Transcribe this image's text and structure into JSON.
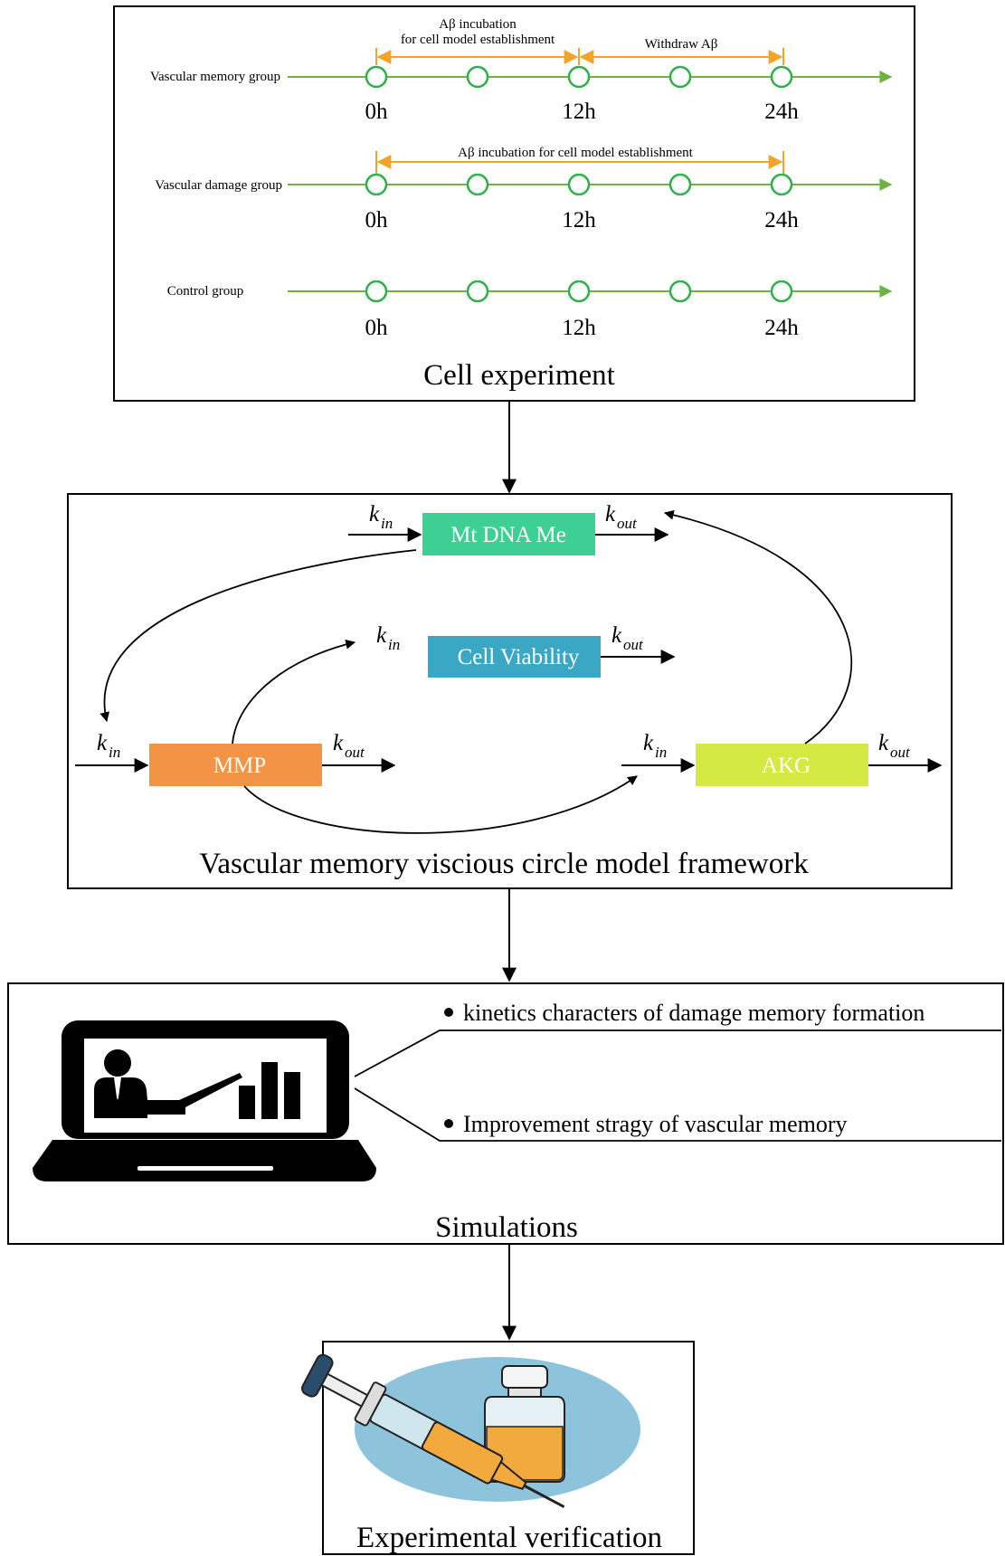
{
  "cell_experiment": {
    "caption": "Cell experiment",
    "groups": [
      {
        "name": "Vascular memory group",
        "times": [
          "0h",
          "12h",
          "24h"
        ],
        "spans": [
          {
            "line1": "Aβ incubation",
            "line2": "for cell model establishment"
          },
          {
            "line1": "Withdraw Aβ",
            "line2": ""
          }
        ]
      },
      {
        "name": "Vascular damage group",
        "times": [
          "0h",
          "12h",
          "24h"
        ],
        "spans": [
          {
            "line1": "Aβ incubation for cell model establishment",
            "line2": ""
          }
        ]
      },
      {
        "name": "Control group",
        "times": [
          "0h",
          "12h",
          "24h"
        ],
        "spans": []
      }
    ],
    "colors": {
      "timeline": "#6db33f",
      "incubation": "#f2a428"
    }
  },
  "model_framework": {
    "caption": "Vascular memory viscious circle model framework",
    "rate_symbol": "k",
    "rate_in_sub": "in",
    "rate_out_sub": "out",
    "nodes": [
      {
        "label": "Mt DNA Me",
        "color": "#3ecf95"
      },
      {
        "label": "Cell Viability",
        "color": "#3aa7c4"
      },
      {
        "label": "MMP",
        "color": "#f39346"
      },
      {
        "label": "AKG",
        "color": "#d4e942"
      }
    ]
  },
  "simulations": {
    "caption": "Simulations",
    "bullets": [
      "kinetics characters of damage memory formation",
      "Improvement stragy of vascular memory"
    ],
    "icon": "presentation-laptop-icon"
  },
  "verification": {
    "caption": "Experimental verification",
    "icon": "syringe-vial-icon"
  }
}
